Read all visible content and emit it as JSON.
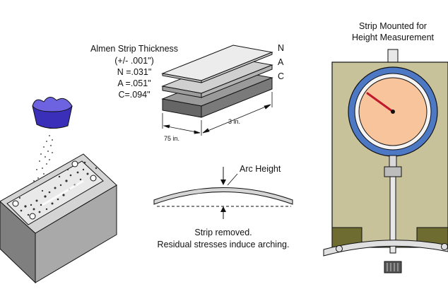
{
  "thickness": {
    "title": "Almen Strip Thickness",
    "tolerance": "(+/- .001\")",
    "n": "N =.031\"",
    "a": "A =.051\"",
    "c": "C=.094\""
  },
  "strip_layers": {
    "n": "N",
    "a": "A",
    "c": "C"
  },
  "dimensions": {
    "length": "3 in.",
    "width": "75 in."
  },
  "arc": {
    "label": "Arc Height",
    "caption_line1": "Strip removed.",
    "caption_line2": "Residual stresses induce arching."
  },
  "gauge": {
    "title_line1": "Strip Mounted for",
    "title_line2": "Height Measurement"
  },
  "colors": {
    "shot_blue": "#3a2fb8",
    "gauge_face": "#f7c49c",
    "gauge_ring": "#4d78c4",
    "panel_olive": "#c8c29a",
    "panel_dark": "#6f6c31",
    "needle": "#c0182c",
    "block_gray": "#a9a9a9"
  }
}
